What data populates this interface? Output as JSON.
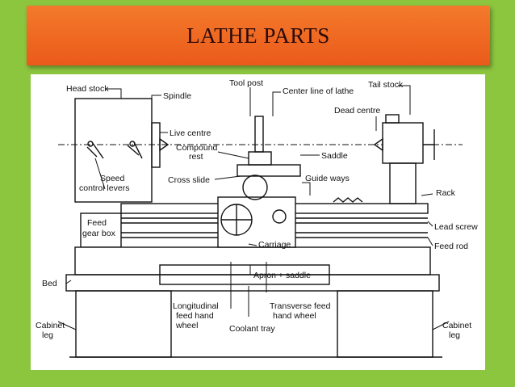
{
  "slide": {
    "title": "LATHE PARTS"
  },
  "labels": {
    "head_stock": "Head stock",
    "spindle": "Spindle",
    "tool_post": "Tool post",
    "center_line": "Center line of lathe",
    "tail_stock": "Tail stock",
    "dead_centre": "Dead centre",
    "live_centre": "Live centre",
    "compound_rest_1": "Compound",
    "compound_rest_2": "rest",
    "saddle": "Saddle",
    "speed_1": "Speed",
    "speed_2": "control levers",
    "cross_slide": "Cross slide",
    "guide_ways": "Guide ways",
    "rack": "Rack",
    "feed_1": "Feed",
    "feed_2": "gear box",
    "lead_screw": "Lead screw",
    "feed_rod": "Feed rod",
    "carriage": "Carriage",
    "bed": "Bed",
    "apron": "Apron + saddle",
    "long_1": "Longitudinal",
    "long_2": "feed hand",
    "long_3": "wheel",
    "trans_1": "Transverse feed",
    "trans_2": "hand wheel",
    "coolant": "Coolant tray",
    "cab_l_1": "Cabinet",
    "cab_l_2": "leg",
    "cab_r_1": "Cabinet",
    "cab_r_2": "leg"
  }
}
